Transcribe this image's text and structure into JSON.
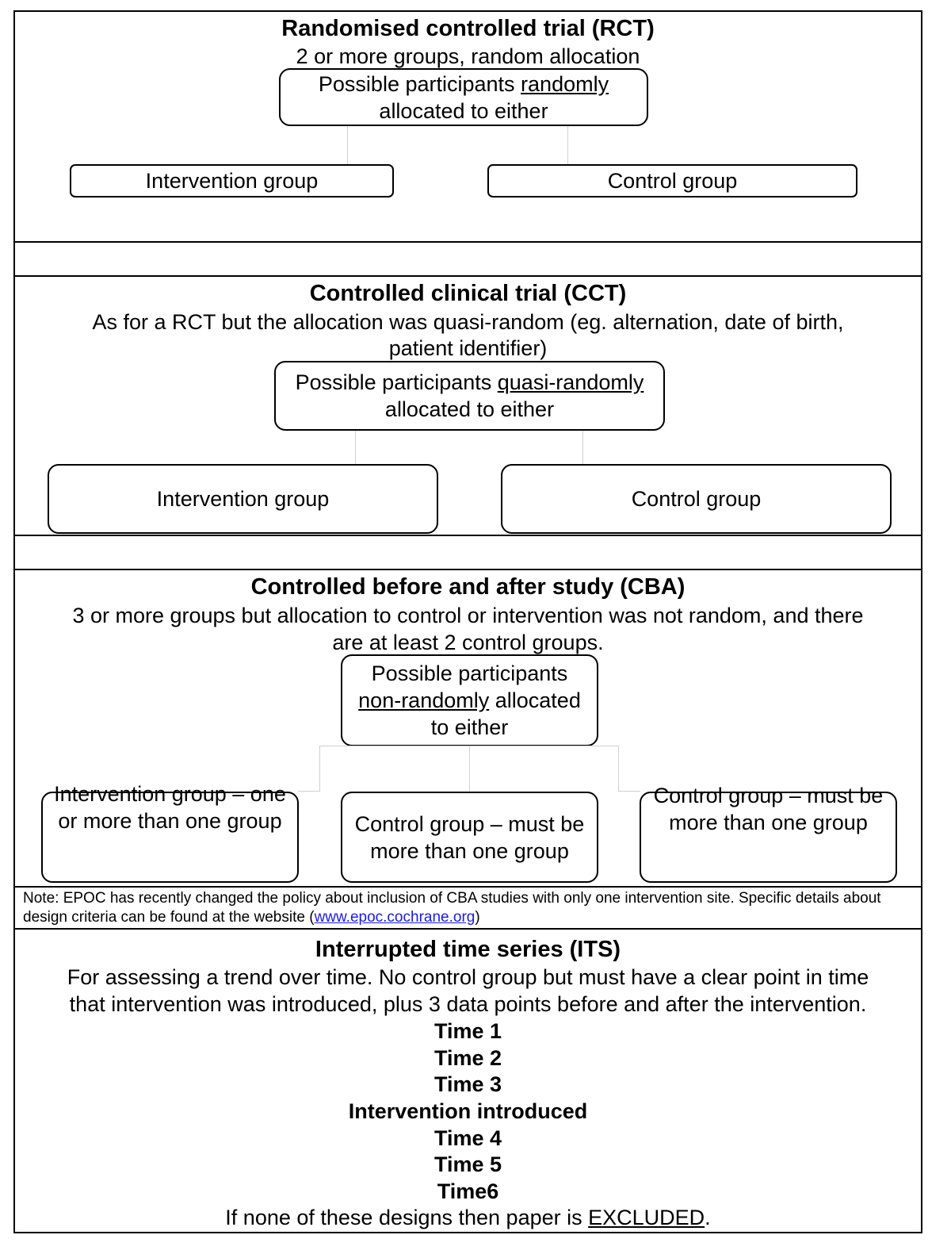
{
  "rct": {
    "title": "Randomised controlled trial (RCT)",
    "subtitle": "2 or more groups, random allocation",
    "alloc_pre": "Possible participants ",
    "alloc_key": "randomly",
    "alloc_post": "allocated to either",
    "group_intervention": "Intervention group",
    "group_control": "Control group"
  },
  "cct": {
    "title": "Controlled clinical trial (CCT)",
    "subtitle_line1": "As for a RCT but the allocation was quasi-random (eg. alternation, date of birth,",
    "subtitle_line2": "patient identifier)",
    "alloc_pre": "Possible participants ",
    "alloc_key": "quasi-randomly",
    "alloc_post": "allocated to either",
    "group_intervention": "Intervention group",
    "group_control": "Control group"
  },
  "cba": {
    "title": "Controlled before and after study (CBA)",
    "subtitle_line1": "3 or more groups but allocation to control or intervention was not random, and there",
    "subtitle_line2": "are at least 2 control groups.",
    "alloc_line1": "Possible participants",
    "alloc_key": "non-randomly",
    "alloc_key_post": " allocated",
    "alloc_line3": "to either",
    "group_intervention": "Intervention group – one or more than one group",
    "group_control_1": "Control group – must be more than one group",
    "group_control_2": "Control group – must be more than one group",
    "note_text": "Note: EPOC has recently changed the policy about inclusion of CBA studies with only one intervention site. Specific details about design criteria can be found at the website (",
    "note_link": "www.epoc.cochrane.org",
    "note_close": ")"
  },
  "its": {
    "title": "Interrupted time series (ITS)",
    "subtitle_line1": "For assessing a trend over time. No control group but must have a clear point in time",
    "subtitle_line2": "that intervention was introduced, plus 3 data points before and after the intervention.",
    "timeline": [
      "Time 1",
      "Time 2",
      "Time 3",
      "Intervention introduced",
      "Time 4",
      "Time 5",
      "Time6"
    ],
    "exclusion_pre": "If none of these designs then paper is ",
    "exclusion_key": "EXCLUDED",
    "exclusion_post": "."
  }
}
